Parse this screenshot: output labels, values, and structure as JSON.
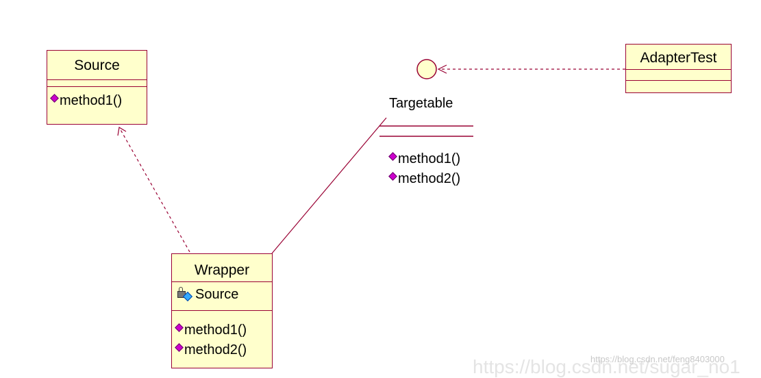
{
  "classes": {
    "source": {
      "name": "Source",
      "methods": [
        "method1()"
      ]
    },
    "adapter_test": {
      "name": "AdapterTest"
    },
    "wrapper": {
      "name": "Wrapper",
      "attributes": [
        "Source"
      ],
      "methods": [
        "method1()",
        "method2()"
      ]
    }
  },
  "interface": {
    "name": "Targetable",
    "methods": [
      "method1()",
      "method2()"
    ]
  },
  "watermark": {
    "small": "https://blog.csdn.net/feng8403000",
    "large": "https://blog.csdn.net/sugar_no1"
  },
  "colors": {
    "class_fill": "#ffffcc",
    "class_border": "#990033",
    "method_icon": "#cc00cc",
    "attribute_icon": "#33aaff"
  }
}
